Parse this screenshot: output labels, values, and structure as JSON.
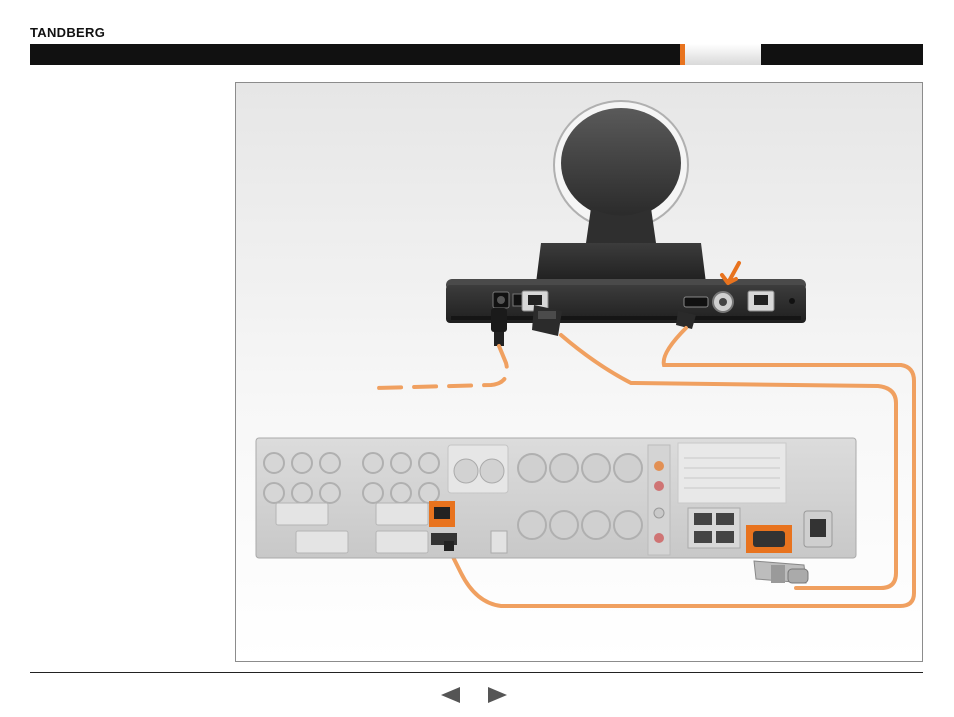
{
  "header": {
    "brand": "TANDBERG",
    "active_tab_label": ""
  },
  "colors": {
    "brand_bar": "#111111",
    "accent": "#e8731e",
    "cable": "#f0a060"
  },
  "diagram": {
    "description_text": "",
    "camera_device": "ptz-camera",
    "codec_device": "codec-rear-panel"
  },
  "footer": {
    "prev_icon": "triangle-left-icon",
    "next_icon": "triangle-right-icon"
  }
}
